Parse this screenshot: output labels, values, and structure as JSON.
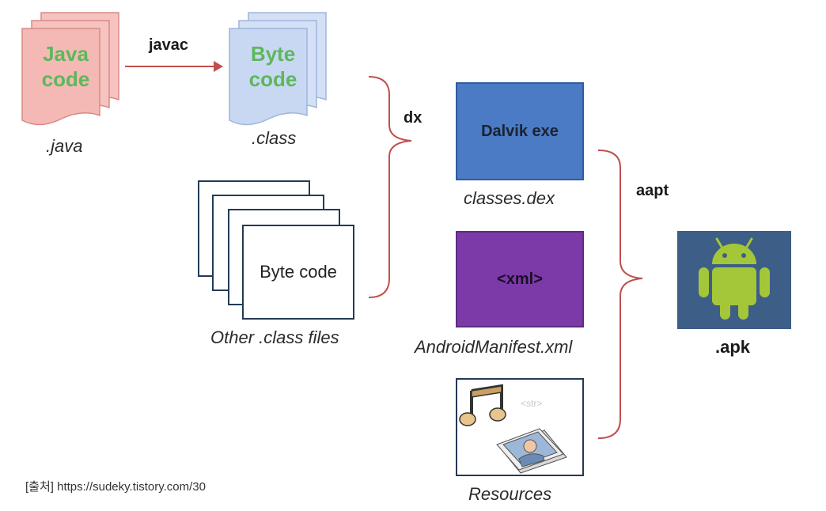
{
  "java_doc": {
    "text_line1": "Java",
    "text_line2": "code",
    "caption": ".java"
  },
  "byte_doc": {
    "text_line1": "Byte",
    "text_line2": "code",
    "caption": ".class"
  },
  "other_files": {
    "text": "Byte code",
    "caption": "Other .class files"
  },
  "operations": {
    "javac": "javac",
    "dx": "dx",
    "aapt": "aapt"
  },
  "dalvik": {
    "text": "Dalvik exe",
    "caption": "classes.dex",
    "color": "#4a7bc4"
  },
  "manifest": {
    "text": "<xml>",
    "caption": "AndroidManifest.xml",
    "color": "#7b3aa8"
  },
  "resources": {
    "caption": "Resources",
    "faded_tag": "<str>"
  },
  "apk": {
    "caption": ".apk",
    "bg_color": "#3d5e86",
    "robot_color": "#a4c639"
  },
  "source_credit": "[출처] https://sudeky.tistory.com/30"
}
